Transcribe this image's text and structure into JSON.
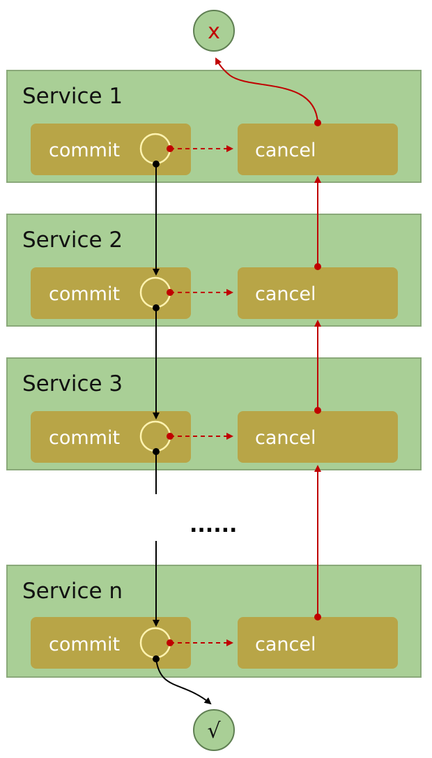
{
  "services": [
    {
      "title": "Service 1",
      "commit_label": "commit",
      "cancel_label": "cancel"
    },
    {
      "title": "Service 2",
      "commit_label": "commit",
      "cancel_label": "cancel"
    },
    {
      "title": "Service 3",
      "commit_label": "commit",
      "cancel_label": "cancel"
    },
    {
      "title": "Service n",
      "commit_label": "commit",
      "cancel_label": "cancel"
    }
  ],
  "ellipsis": "......",
  "terminals": {
    "fail_symbol": "x",
    "success_symbol": "√"
  },
  "colors": {
    "service_fill": "#a9cf96",
    "service_border": "#8aa97a",
    "box_fill": "#b8a547",
    "commit_flow": "#000000",
    "cancel_flow": "#c00000",
    "terminal_fill": "#a9cf96",
    "terminal_border": "#5f7f52"
  }
}
